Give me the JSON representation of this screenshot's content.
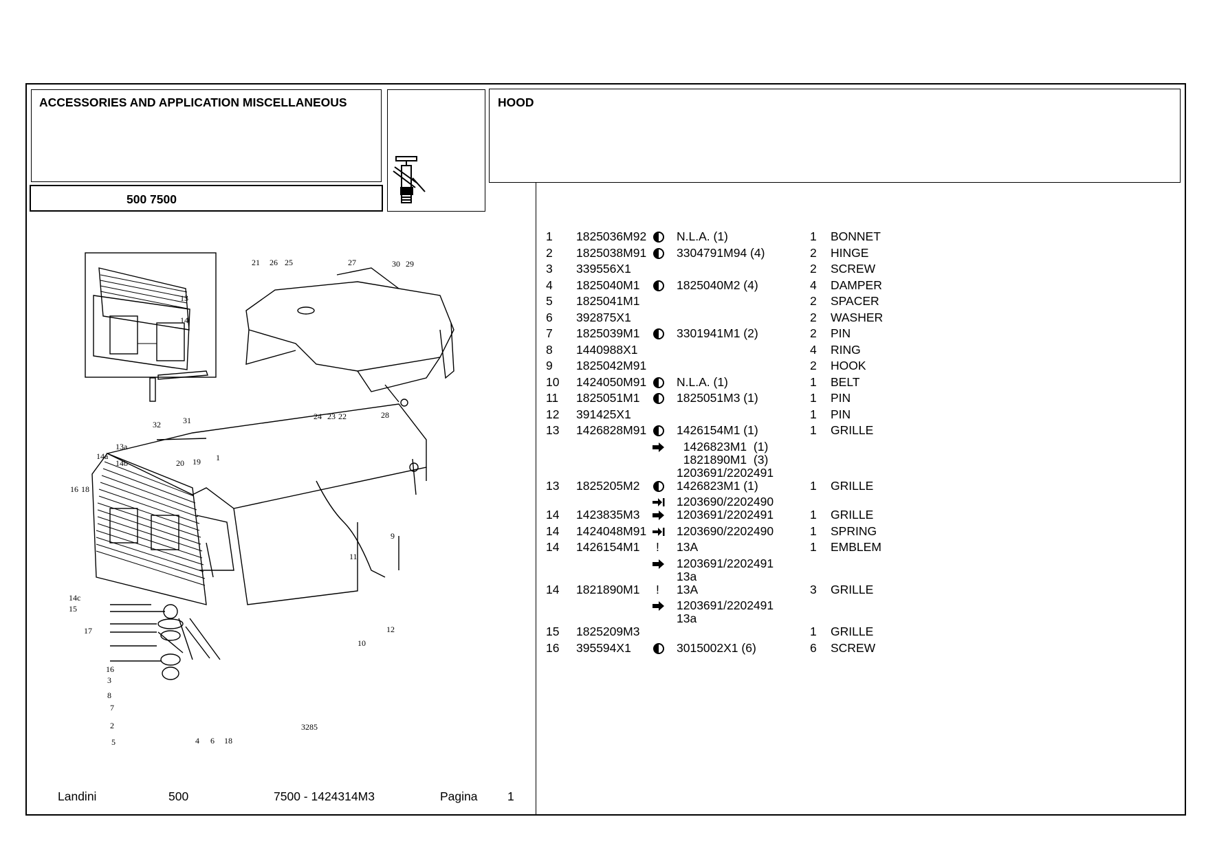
{
  "header": {
    "section_title": "ACCESSORIES AND APPLICATION MISCELLANEOUS",
    "model": "500 7500",
    "group_title": "HOOD"
  },
  "diagram": {
    "labels": [
      "21",
      "26",
      "25",
      "27",
      "30",
      "29",
      "13",
      "14",
      "24",
      "23",
      "22",
      "28",
      "32",
      "31",
      "13a",
      "14a",
      "14b",
      "16",
      "18",
      "20",
      "19",
      "1",
      "9",
      "11",
      "12",
      "10",
      "14c",
      "15",
      "17",
      "16",
      "3",
      "8",
      "7",
      "2",
      "5",
      "4",
      "6",
      "18"
    ],
    "ref_code": "3285"
  },
  "parts": [
    {
      "pos": "1",
      "code": "1825036M92",
      "sym": "half-circle",
      "rep": "N.L.A.  (1)",
      "qty": "1",
      "desc": "BONNET",
      "sub": []
    },
    {
      "pos": "2",
      "code": "1825038M91",
      "sym": "half-circle",
      "rep": "3304791M94  (4)",
      "qty": "2",
      "desc": "HINGE",
      "sub": []
    },
    {
      "pos": "3",
      "code": "339556X1",
      "sym": "",
      "rep": "",
      "qty": "2",
      "desc": "SCREW",
      "sub": []
    },
    {
      "pos": "4",
      "code": "1825040M1",
      "sym": "half-circle",
      "rep": "1825040M2  (4)",
      "qty": "4",
      "desc": "DAMPER",
      "sub": []
    },
    {
      "pos": "5",
      "code": "1825041M1",
      "sym": "",
      "rep": "",
      "qty": "2",
      "desc": "SPACER",
      "sub": []
    },
    {
      "pos": "6",
      "code": "392875X1",
      "sym": "",
      "rep": "",
      "qty": "2",
      "desc": "WASHER",
      "sub": []
    },
    {
      "pos": "7",
      "code": "1825039M1",
      "sym": "half-circle",
      "rep": "3301941M1  (2)",
      "qty": "2",
      "desc": "PIN",
      "sub": []
    },
    {
      "pos": "8",
      "code": "1440988X1",
      "sym": "",
      "rep": "",
      "qty": "4",
      "desc": "RING",
      "sub": []
    },
    {
      "pos": "9",
      "code": "1825042M91",
      "sym": "",
      "rep": "",
      "qty": "2",
      "desc": "HOOK",
      "sub": []
    },
    {
      "pos": "10",
      "code": "1424050M91",
      "sym": "half-circle",
      "rep": "N.L.A.  (1)",
      "qty": "1",
      "desc": "BELT",
      "sub": []
    },
    {
      "pos": "11",
      "code": "1825051M1",
      "sym": "half-circle",
      "rep": "1825051M3  (1)",
      "qty": "1",
      "desc": "PIN",
      "sub": []
    },
    {
      "pos": "12",
      "code": "391425X1",
      "sym": "",
      "rep": "",
      "qty": "1",
      "desc": "PIN",
      "sub": []
    },
    {
      "pos": "13",
      "code": "1426828M91",
      "sym": "half-circle",
      "rep": "1426154M1  (1)",
      "qty": "1",
      "desc": "GRILLE",
      "sub": [
        {
          "sym": "arrow",
          "rep": "  1426823M1  (1)"
        },
        {
          "sym": "",
          "rep": "  1821890M1  (3)"
        },
        {
          "sym": "",
          "rep": "1203691/2202491"
        }
      ]
    },
    {
      "pos": "13",
      "code": "1825205M2",
      "sym": "half-circle",
      "rep": "1426823M1  (1)",
      "qty": "1",
      "desc": "GRILLE",
      "sub": [
        {
          "sym": "arrow-bar",
          "rep": "1203690/2202490"
        }
      ]
    },
    {
      "pos": "14",
      "code": "1423835M3",
      "sym": "arrow",
      "rep": "1203691/2202491",
      "qty": "1",
      "desc": "GRILLE",
      "sub": []
    },
    {
      "pos": "14",
      "code": "1424048M91",
      "sym": "arrow-bar",
      "rep": "1203690/2202490",
      "qty": "1",
      "desc": "SPRING",
      "sub": []
    },
    {
      "pos": "14",
      "code": "1426154M1",
      "sym": "!",
      "rep": "13A",
      "qty": "1",
      "desc": "EMBLEM",
      "sub": [
        {
          "sym": "arrow",
          "rep": "1203691/2202491"
        },
        {
          "sym": "",
          "rep": "13a"
        }
      ]
    },
    {
      "pos": "14",
      "code": "1821890M1",
      "sym": "!",
      "rep": "13A",
      "qty": "3",
      "desc": "GRILLE",
      "sub": [
        {
          "sym": "arrow",
          "rep": "1203691/2202491"
        },
        {
          "sym": "",
          "rep": "13a"
        }
      ]
    },
    {
      "pos": "15",
      "code": "1825209M3",
      "sym": "",
      "rep": "",
      "qty": "1",
      "desc": "GRILLE",
      "sub": []
    },
    {
      "pos": "16",
      "code": "395594X1",
      "sym": "half-circle",
      "rep": "3015002X1  (6)",
      "qty": "6",
      "desc": "SCREW",
      "sub": []
    }
  ],
  "footer": {
    "brand": "Landini",
    "series": "500",
    "model_ref": "7500 - 1424314M3",
    "page_label": "Pagina",
    "page_number": "1"
  }
}
